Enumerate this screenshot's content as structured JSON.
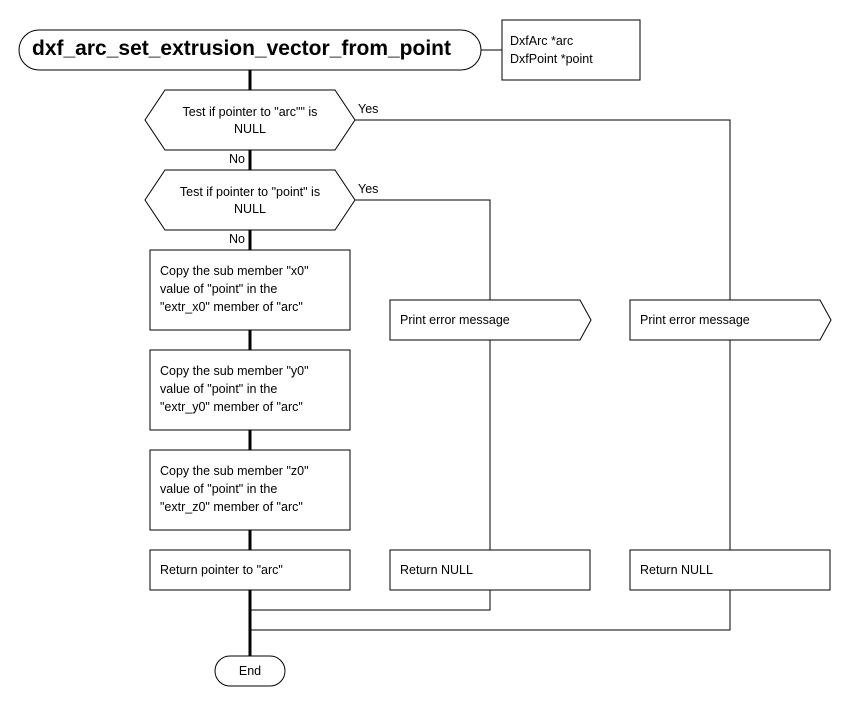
{
  "function_name": "dxf_arc_set_extrusion_vector_from_point",
  "parameters": [
    "DxfArc *arc",
    "DxfPoint *point"
  ],
  "decisions": [
    {
      "text_lines": [
        "Test if pointer to \"arc\"\" is",
        "NULL"
      ],
      "yes_label": "Yes",
      "no_label": "No"
    },
    {
      "text_lines": [
        "Test if pointer to \"point\" is",
        "NULL"
      ],
      "yes_label": "Yes",
      "no_label": "No"
    }
  ],
  "processes": [
    {
      "lines": [
        "Copy the sub member \"x0\"",
        "value of \"point\" in the",
        "\"extr_x0\" member of \"arc\""
      ]
    },
    {
      "lines": [
        "Copy the sub member \"y0\"",
        "value of \"point\" in the",
        "\"extr_y0\" member of \"arc\""
      ]
    },
    {
      "lines": [
        "Copy the sub member \"z0\"",
        "value of \"point\" in the",
        "\"extr_z0\" member of \"arc\""
      ]
    }
  ],
  "returns": {
    "main": "Return pointer to \"arc\"",
    "point_null": "Return NULL",
    "arc_null": "Return NULL"
  },
  "errors": {
    "point_null": "Print error message",
    "arc_null": "Print error message"
  },
  "end_label": "End"
}
